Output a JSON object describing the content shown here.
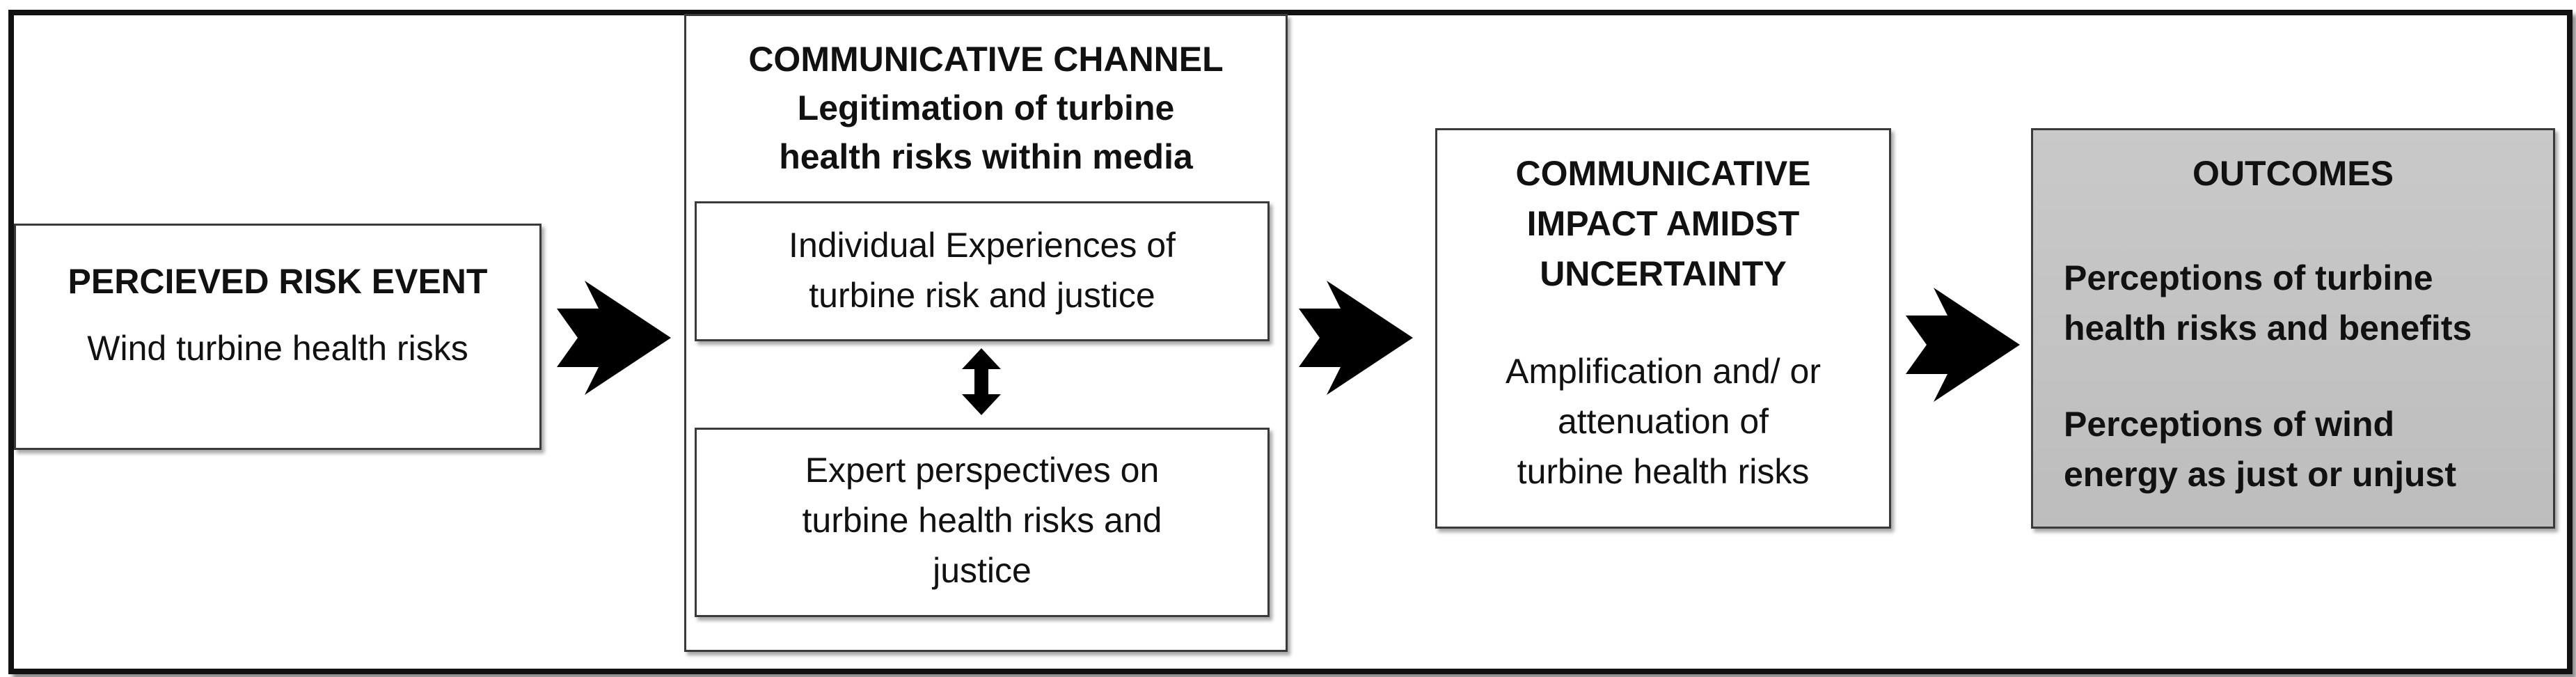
{
  "event": {
    "title": "PERCIEVED RISK EVENT",
    "text": "Wind turbine health risks"
  },
  "channel": {
    "title": "COMMUNICATIVE CHANNEL",
    "subtitle_line1": "Legitimation of turbine",
    "subtitle_line2": "health risks within media",
    "individual_line1": "Individual Experiences of",
    "individual_line2": "turbine risk  and justice",
    "expert_line1": "Expert perspectives on",
    "expert_line2": "turbine health risks  and",
    "expert_line3": "justice"
  },
  "impact": {
    "title_line1": "COMMUNICATIVE",
    "title_line2": "IMPACT AMIDST",
    "title_line3": "UNCERTAINTY",
    "text_line1": "Amplification and/ or",
    "text_line2": "attenuation of",
    "text_line3": "turbine health risks"
  },
  "outcomes": {
    "title": "OUTCOMES",
    "item1_line1": "Perceptions of turbine",
    "item1_line2": "health risks and benefits",
    "item2_line1": "Perceptions of wind",
    "item2_line2": "energy as just or unjust"
  },
  "colors": {
    "border": "#111111",
    "outcomes_fill": "#c4c4c4",
    "arrow_fill": "#000000"
  }
}
